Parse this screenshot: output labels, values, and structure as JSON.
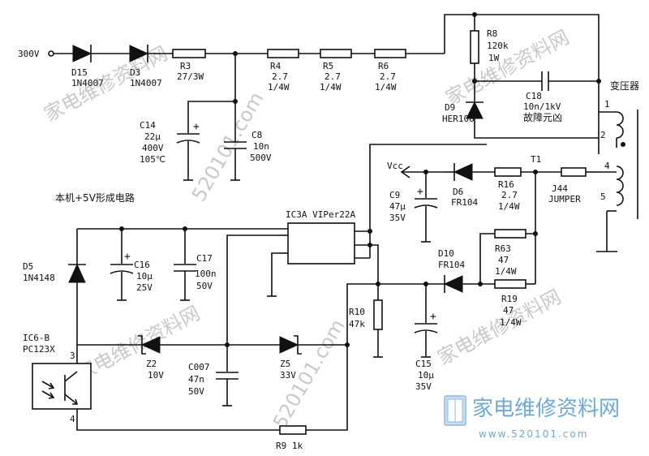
{
  "input": {
    "voltage": "300V"
  },
  "title_5v": "本机+5V形成电路",
  "vcc": "Vcc",
  "t1": "T1",
  "transformer": {
    "label": "变压器",
    "pins": [
      "1",
      "2",
      "4",
      "5"
    ]
  },
  "ic": {
    "label": "IC3A VIPer22A"
  },
  "optocoupler": {
    "label1": "IC6-B",
    "label2": "PC123X",
    "pin3": "3",
    "pin4": "4"
  },
  "components": {
    "D15": {
      "ref": "D15",
      "val": "1N4007"
    },
    "D3": {
      "ref": "D3",
      "val": "1N4007"
    },
    "R3": {
      "ref": "R3",
      "val": "27/3W"
    },
    "R4": {
      "ref": "R4",
      "val1": "2.7",
      "val2": "1/4W"
    },
    "R5": {
      "ref": "R5",
      "val1": "2.7",
      "val2": "1/4W"
    },
    "R6": {
      "ref": "R6",
      "val1": "2.7",
      "val2": "1/4W"
    },
    "R8": {
      "ref": "R8",
      "val1": "120k",
      "val2": "1W"
    },
    "C18": {
      "ref": "C18",
      "val": "10n/1kV",
      "note": "故障元凶"
    },
    "D9": {
      "ref": "D9",
      "val": "HER108"
    },
    "C14": {
      "ref": "C14",
      "val1": "22μ",
      "val2": "400V",
      "val3": "105℃"
    },
    "C8": {
      "ref": "C8",
      "val1": "10n",
      "val2": "500V"
    },
    "D6": {
      "ref": "D6",
      "val": "FR104"
    },
    "R16": {
      "ref": "R16",
      "val1": "2.7",
      "val2": "1/4W"
    },
    "J44": {
      "ref": "J44",
      "val": "JUMPER"
    },
    "C9": {
      "ref": "C9",
      "val1": "47μ",
      "val2": "35V"
    },
    "D5": {
      "ref": "D5",
      "val": "1N4148"
    },
    "C16": {
      "ref": "C16",
      "val1": "10μ",
      "val2": "25V"
    },
    "C17": {
      "ref": "C17",
      "val1": "100n",
      "val2": "50V"
    },
    "D10": {
      "ref": "D10",
      "val": "FR104"
    },
    "R63": {
      "ref": "R63",
      "val1": "47",
      "val2": "1/4W"
    },
    "R19": {
      "ref": "R19",
      "val1": "47",
      "val2": "1/4W"
    },
    "R10": {
      "ref": "R10",
      "val": "47k"
    },
    "Z2": {
      "ref": "Z2",
      "val": "10V"
    },
    "Z5": {
      "ref": "Z5",
      "val": "33V"
    },
    "C007": {
      "ref": "C007",
      "val1": "47n",
      "val2": "50V"
    },
    "C15": {
      "ref": "C15",
      "val1": "10μ",
      "val2": "35V"
    },
    "R9": {
      "ref": "R9 1k"
    }
  },
  "watermark": {
    "text1": "家电维修资料网",
    "text2": "520101.com",
    "logo": "家电维修资料网",
    "logo_sub": "www.520101.com"
  }
}
